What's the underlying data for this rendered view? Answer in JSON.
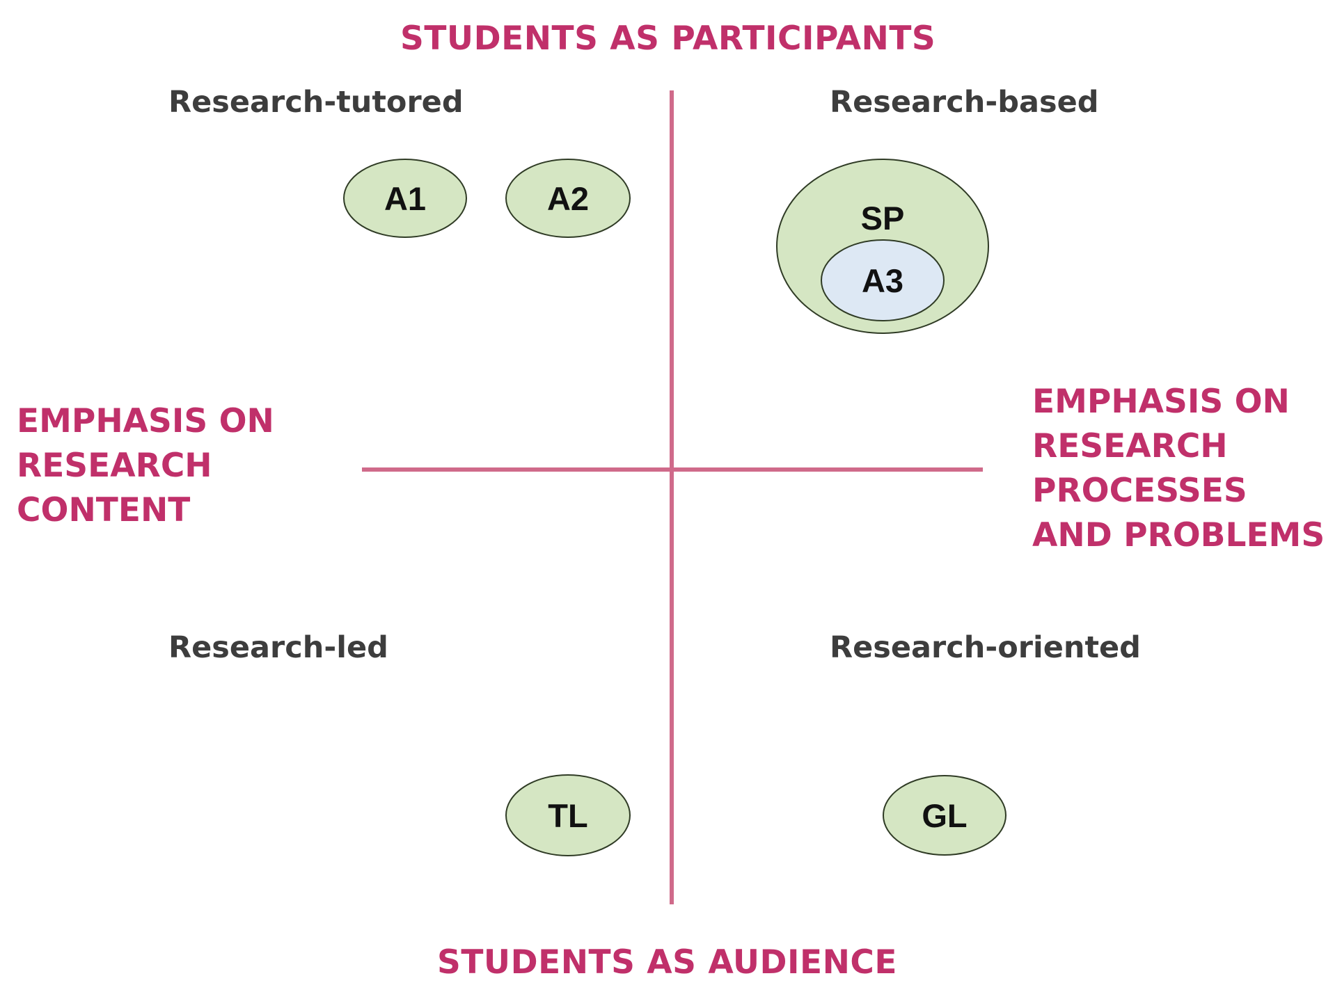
{
  "axes": {
    "top": "STUDENTS AS PARTICIPANTS",
    "bottom": "STUDENTS AS AUDIENCE",
    "left": [
      "EMPHASIS ON",
      "RESEARCH",
      "CONTENT"
    ],
    "right": [
      "EMPHASIS ON",
      "RESEARCH",
      "PROCESSES",
      "AND PROBLEMS"
    ]
  },
  "quadrants": {
    "top_left": "Research-tutored",
    "top_right": "Research-based",
    "bottom_left": "Research-led",
    "bottom_right": "Research-oriented"
  },
  "nodes": {
    "a1": "A1",
    "a2": "A2",
    "sp": "SP",
    "a3": "A3",
    "tl": "TL",
    "gl": "GL"
  },
  "colors": {
    "axis_line": "#cf6a8a",
    "accent_text": "#c0306a",
    "node_fill": "#d5e6c3",
    "inner_node_fill": "#dde8f4",
    "node_stroke": "#2f3b25"
  }
}
